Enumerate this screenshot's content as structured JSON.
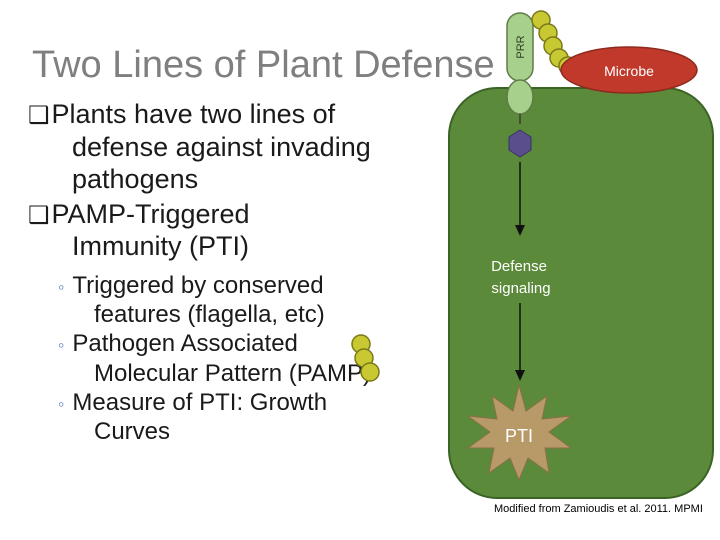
{
  "slide": {
    "title": "Two Lines of Plant Defense",
    "bullets": [
      {
        "marker": "❑",
        "text": "Plants have two lines of",
        "cont": [
          "defense against invading",
          "pathogens"
        ]
      },
      {
        "marker": "❑",
        "text": "PAMP-Triggered",
        "cont": [
          "Immunity (PTI)"
        ]
      }
    ],
    "sub_bullets": [
      {
        "marker": "◦",
        "text": "Triggered by conserved",
        "cont": [
          "features (flagella, etc)"
        ]
      },
      {
        "marker": "◦",
        "text": "Pathogen Associated",
        "cont": [
          "Molecular Pattern (PAMP)"
        ]
      },
      {
        "marker": "◦",
        "text": "Measure of PTI: Growth",
        "cont": [
          "Curves"
        ]
      }
    ]
  },
  "diagram": {
    "receptor_label": "PRR",
    "microbe_label": "Microbe",
    "signaling_label_1": "Defense",
    "signaling_label_2": "signaling",
    "outcome_label": "PTI",
    "credit": "Modified from Zamioudis et al. 2011. MPMI",
    "colors": {
      "cell": "#5a8a3a",
      "microbe": "#c0392b",
      "pamp_bead": "#c8c832",
      "receptor": "#a8d08d",
      "kinase": "#5a4e8c",
      "star": "#b89968"
    }
  }
}
